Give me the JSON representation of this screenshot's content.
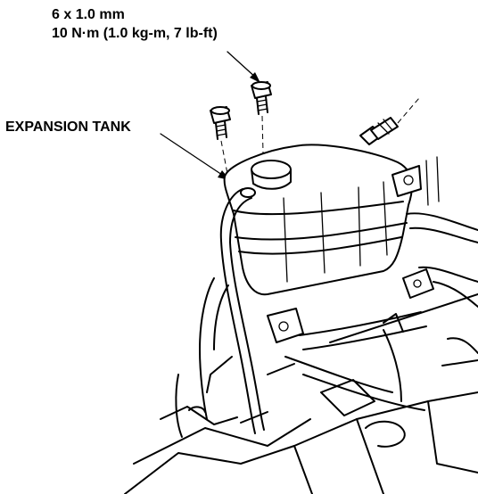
{
  "callouts": {
    "bolt_size": "6 x 1.0 mm",
    "torque": "10 N·m (1.0 kg-m, 7 lb-ft)",
    "part_name": "EXPANSION TANK"
  },
  "icons": [
    "bolt-icon",
    "bolt-icon",
    "bolt-icon",
    "arrow-icon",
    "arrow-icon"
  ],
  "colors": {
    "ink": "#000000",
    "paper": "#ffffff"
  }
}
